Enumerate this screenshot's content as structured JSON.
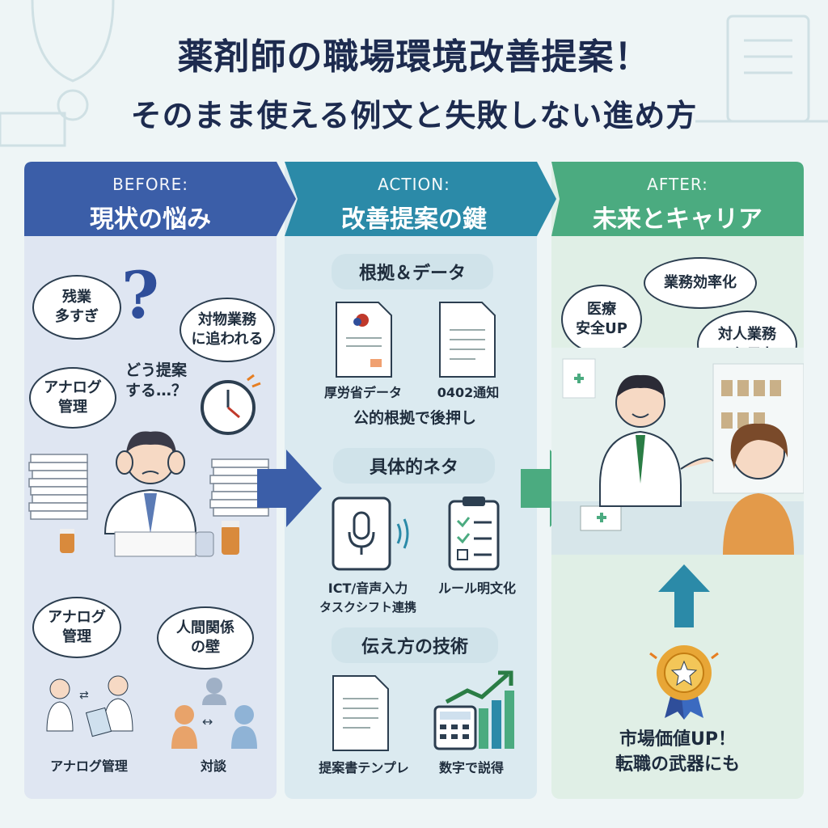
{
  "title": {
    "line1": "薬剤師の職場環境改善提案！",
    "line2": "そのまま使える例文と失敗しない進め方"
  },
  "before": {
    "header_en": "BEFORE:",
    "header_jp": "現状の悩み",
    "question_mark": "?",
    "bubbles": {
      "overwork": "残業\n多すぎ",
      "object_work": "対物業務\nに追われる",
      "analog": "アナログ\n管理",
      "how_propose": "どう提案\nする…？",
      "analog2": "アナログ\n管理",
      "relations": "人間関係\nの壁"
    },
    "labels": {
      "analog_mgmt": "アナログ管理",
      "dialogue": "対談"
    }
  },
  "action": {
    "header_en": "ACTION:",
    "header_jp": "改善提案の鍵",
    "sections": {
      "evidence": "根拠＆データ",
      "concrete": "具体的ネタ",
      "technique": "伝え方の技術"
    },
    "labels": {
      "mhlw": "厚労省データ",
      "notice": "0402通知",
      "public_basis": "公的根拠で後押し",
      "ict": "ICT/音声入力",
      "task_shift": "タスクシフト連携",
      "rules": "ルール明文化",
      "template": "提案書テンプレ",
      "numbers": "数字で説得"
    }
  },
  "after": {
    "header_en": "AFTER:",
    "header_jp": "未来とキャリア",
    "bubbles": {
      "efficiency": "業務効率化",
      "safety": "医療\n安全UP",
      "interpersonal": "対人業務\nへシフト"
    },
    "market": "市場価値UP！\n転職の武器にも"
  },
  "colors": {
    "before": "#3b5ea8",
    "action": "#2b8aa8",
    "after": "#4bab80",
    "title": "#1d2b4f"
  }
}
